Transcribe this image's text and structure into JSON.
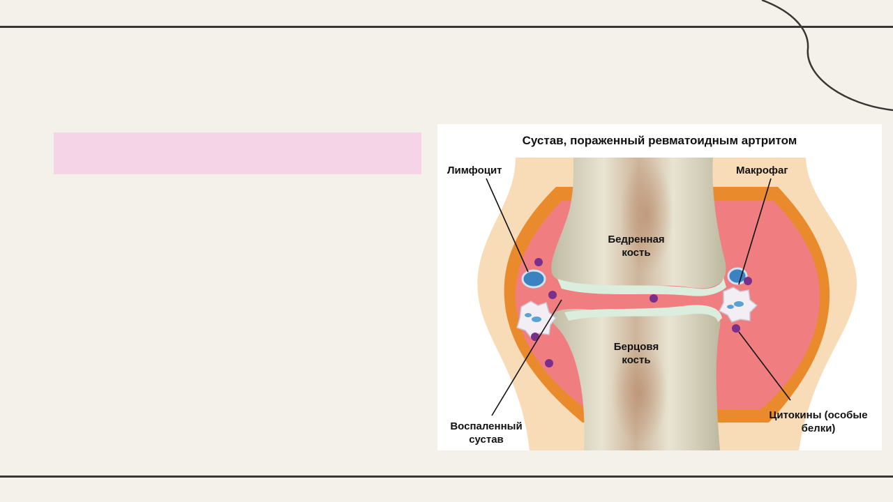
{
  "slide": {
    "text_box": ""
  },
  "figure": {
    "title": "Сустав, пораженный ревматоидным артритом",
    "labels": {
      "lymphocyte": "Лимфоцит",
      "macrophage": "Макрофаг",
      "femur_line1": "Бедренная",
      "femur_line2": "кость",
      "tibia_line1": "Берцовя",
      "tibia_line2": "кость",
      "inflamed_line1": "Воспаленный",
      "inflamed_line2": "сустав",
      "cytokines_line1": "Цитокины (особые",
      "cytokines_line2": "белки)"
    }
  },
  "colors": {
    "background": "#f4f1eb",
    "rule": "#3a3532",
    "pink_box": "#f5d4e8",
    "synovium": "#f07e80",
    "capsule": "#e98a2c",
    "soft_tissue": "#f8dcb8",
    "bone": "#e6e2cf",
    "marrow": "#b88a6a"
  }
}
